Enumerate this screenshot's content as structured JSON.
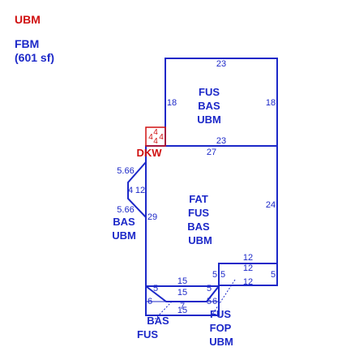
{
  "header": {
    "title": "UBM",
    "area_label": "FBM",
    "area_value": "(601 sf)"
  },
  "colors": {
    "outline": "#1c28c8",
    "highlight": "#d01010"
  },
  "rooms": {
    "upper": [
      "FUS",
      "BAS",
      "UBM"
    ],
    "main": [
      "FAT",
      "FUS",
      "BAS",
      "UBM"
    ],
    "left_bay": [
      "BAS",
      "UBM"
    ],
    "bottom_left": [
      "BAS",
      "FUS"
    ],
    "bottom_right": [
      "FUS",
      "FOP",
      "UBM"
    ],
    "deck": "DKW"
  },
  "dimensions": {
    "upper_top": "23",
    "upper_left": "18",
    "upper_right": "18",
    "upper_bottom": "23",
    "main_top": "27",
    "main_right": "24",
    "left_bay_upper": "5.66",
    "left_bay_lower": "5.66",
    "left_bay_side": "4",
    "left_bay_inner": "12",
    "main_left": "29",
    "step_top_a": "12",
    "step_top_b": "12",
    "step_bottom": "12",
    "step_left": "5",
    "step_right": "5",
    "step_inner": "5",
    "bottom_top": "15",
    "bottom_mid_a": "15",
    "bottom_mid_b": "7",
    "bottom_bottom": "15",
    "bottom_left_a": "5",
    "bottom_left_b": "6",
    "bottom_right_a": "5",
    "bottom_right_b": "5",
    "bottom_right_c": "6",
    "deck_a": "4",
    "deck_b": "4",
    "deck_c": "4",
    "deck_d": "4"
  }
}
